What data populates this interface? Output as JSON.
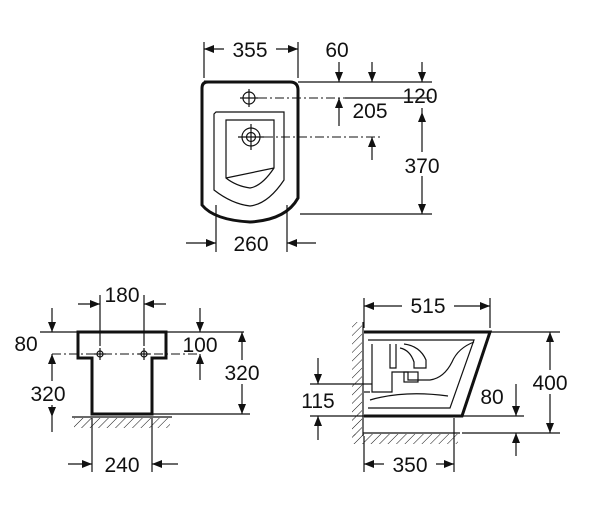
{
  "top_view": {
    "width_label": "355",
    "offset_label": "60",
    "depth_label": "120",
    "hole_label": "205",
    "length_label": "370",
    "base_label": "260"
  },
  "front_view": {
    "spacing_label": "180",
    "top_label": "80",
    "right_label": "100",
    "height_label": "320",
    "left_height_label": "320",
    "base_label": "240"
  },
  "side_view": {
    "length_label": "515",
    "height_label": "400",
    "outlet_label": "115",
    "inner_label": "80",
    "base_label": "350"
  }
}
